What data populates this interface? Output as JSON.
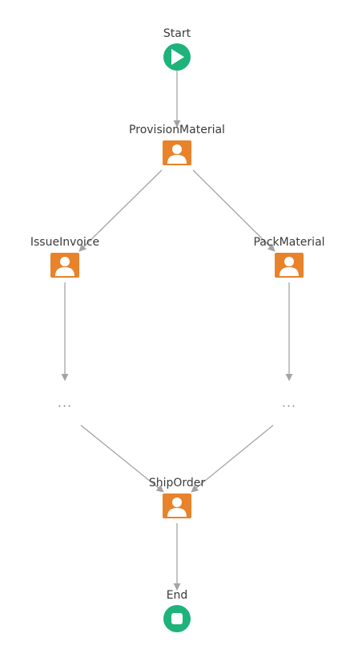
{
  "nodes": {
    "start": {
      "label": "Start",
      "type": "start",
      "icon": "play-icon"
    },
    "provision": {
      "label": "ProvisionMaterial",
      "type": "user-task",
      "icon": "user-icon"
    },
    "invoice": {
      "label": "IssueInvoice",
      "type": "user-task",
      "icon": "user-icon"
    },
    "pack": {
      "label": "PackMaterial",
      "type": "user-task",
      "icon": "user-icon"
    },
    "ship": {
      "label": "ShipOrder",
      "type": "user-task",
      "icon": "user-icon"
    },
    "end": {
      "label": "End",
      "type": "end",
      "icon": "stop-icon"
    }
  },
  "collapsed": {
    "left": {
      "label": "..."
    },
    "right": {
      "label": "..."
    }
  },
  "edges": [
    {
      "from": "start",
      "to": "provision"
    },
    {
      "from": "provision",
      "to": "invoice"
    },
    {
      "from": "provision",
      "to": "pack"
    },
    {
      "from": "invoice",
      "to": "collapsed-left"
    },
    {
      "from": "pack",
      "to": "collapsed-right"
    },
    {
      "from": "collapsed-left",
      "to": "ship"
    },
    {
      "from": "collapsed-right",
      "to": "ship"
    },
    {
      "from": "ship",
      "to": "end"
    }
  ],
  "colors": {
    "event": "#1db37a",
    "task": "#e8822b",
    "edge": "#a3a3a3"
  }
}
